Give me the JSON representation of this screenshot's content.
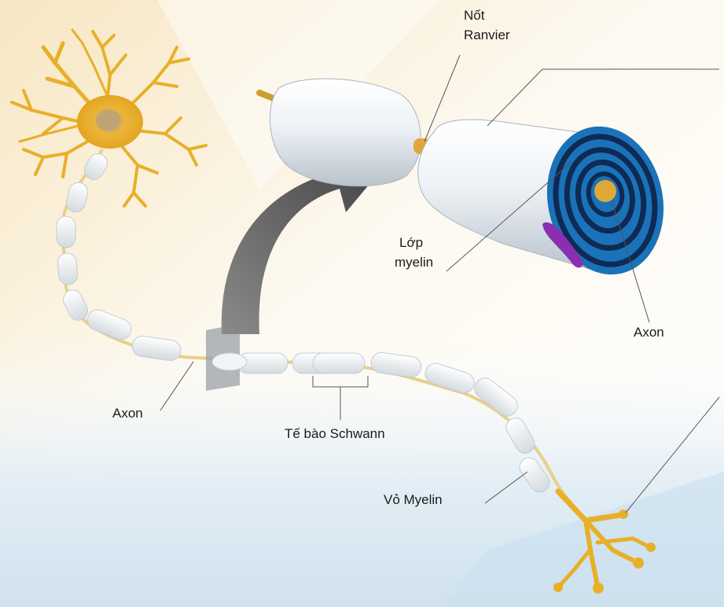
{
  "labels": {
    "node_ranvier_line1": "Nốt",
    "node_ranvier_line2": "Ranvier",
    "myelin_layer_line1": "Lớp",
    "myelin_layer_line2": "myelin",
    "axon_cross": "Axon",
    "axon_main": "Axon",
    "schwann_cell": "Tế bào Schwann",
    "myelin_sheath": "Vỏ Myelin"
  },
  "colors": {
    "neuron_gold": "#e8b028",
    "myelin_white": "#f2f5f8",
    "myelin_blue": "#1a73b8",
    "myelin_dark": "#0e2a55",
    "purple": "#8a2fb0",
    "arrow_gray": "#5a5a5a",
    "bg_blue": "#dbe9f2",
    "bg_warm": "#fbf1dc"
  }
}
